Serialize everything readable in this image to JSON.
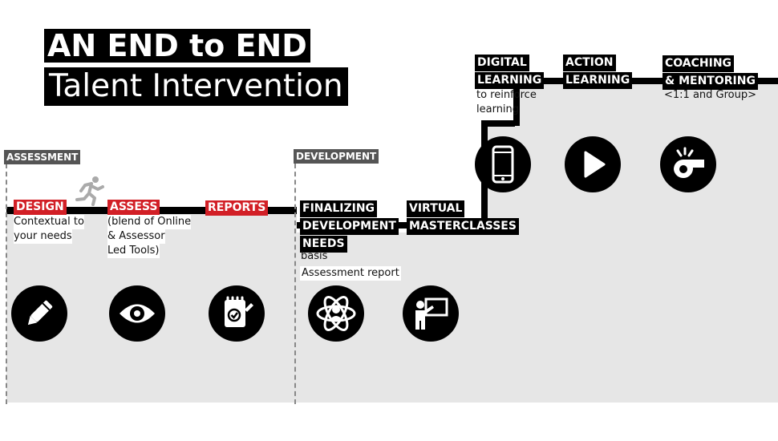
{
  "title": {
    "line1": "AN END to END",
    "line2": "Talent Intervention"
  },
  "phases": {
    "assessment": "ASSESSMENT",
    "development": "DEVELOPMENT"
  },
  "steps": {
    "design": {
      "label": "DESIGN",
      "desc1": "Contextual to",
      "desc2": "your needs"
    },
    "assess": {
      "label": "ASSESS",
      "desc1": "(blend of Online",
      "desc2": "& Assessor",
      "desc3": "Led Tools)"
    },
    "reports": {
      "label": "REPORTS"
    },
    "finalizing": {
      "line1": "FINALIZING",
      "line2": "DEVELOPMENT",
      "line3": "NEEDS",
      "desc1": "basis",
      "desc2": "Assessment report"
    },
    "virtual": {
      "line1": "VIRTUAL",
      "line2": "MASTERCLASSES"
    },
    "digital": {
      "line1": "DIGITAL",
      "line2": "LEARNING",
      "desc1": "to reinforce",
      "desc2": "learning"
    },
    "action": {
      "line1": "ACTION",
      "line2": "LEARNING"
    },
    "coaching": {
      "line1": "COACHING",
      "line2": "& MENTORING",
      "desc1": "<1:1 and Group>"
    }
  },
  "icons": [
    "runner-icon",
    "pencil-icon",
    "eye-icon",
    "report-icon",
    "atom-person-icon",
    "teacher-icon",
    "mobile-icon",
    "play-icon",
    "whistle-icon"
  ],
  "colors": {
    "accent_red": "#d21f26",
    "black": "#000000",
    "grey_area": "#e6e6e6",
    "phase_tag": "#555555"
  }
}
